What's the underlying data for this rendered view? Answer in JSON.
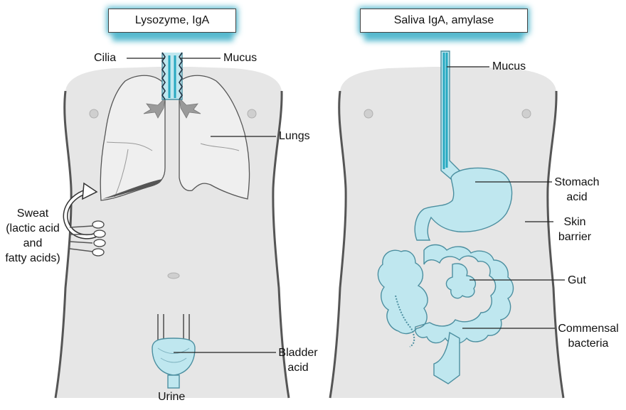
{
  "colors": {
    "torso": "#e6e6e6",
    "torso_outline": "#555555",
    "organ_fill": "#bfe7ef",
    "organ_stroke": "#4c8fa0",
    "lung_fill": "#efefef",
    "bronchi": "#9a9a9a",
    "tube_accent": "#27a8c0",
    "box_glow": "#4fb6cc"
  },
  "left_panel": {
    "header": "Lysozyme, IgA",
    "labels": {
      "cilia": "Cilia",
      "mucus": "Mucus",
      "lungs": "Lungs",
      "sweat": [
        "Sweat",
        "(lactic acid",
        "and",
        "fatty acids)"
      ],
      "bladder": [
        "Bladder",
        "acid"
      ],
      "urine": "Urine"
    }
  },
  "right_panel": {
    "header": "Saliva IgA, amylase",
    "labels": {
      "mucus": "Mucus",
      "stomach": [
        "Stomach",
        "acid"
      ],
      "skin": [
        "Skin",
        "barrier"
      ],
      "gut": "Gut",
      "commensal": [
        "Commensal",
        "bacteria"
      ]
    }
  }
}
